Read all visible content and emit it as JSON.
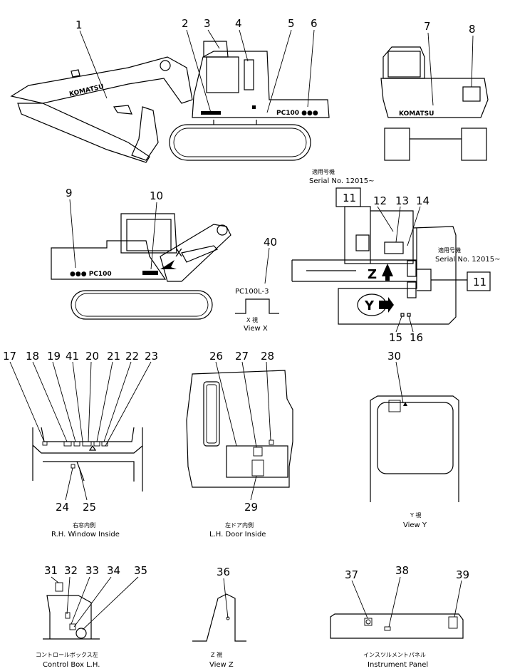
{
  "callouts": {
    "c1": "1",
    "c2": "2",
    "c3": "3",
    "c4": "4",
    "c5": "5",
    "c6": "6",
    "c7": "7",
    "c8": "8",
    "c9": "9",
    "c10": "10",
    "c11a": "11",
    "c11b": "11",
    "c12": "12",
    "c13": "13",
    "c14": "14",
    "c15": "15",
    "c16": "16",
    "c17": "17",
    "c18": "18",
    "c19": "19",
    "c20": "20",
    "c21": "21",
    "c22": "22",
    "c23": "23",
    "c24": "24",
    "c25": "25",
    "c26": "26",
    "c27": "27",
    "c28": "28",
    "c29": "29",
    "c30": "30",
    "c31": "31",
    "c32": "32",
    "c33": "33",
    "c34": "34",
    "c35": "35",
    "c36": "36",
    "c37": "37",
    "c38": "38",
    "c39": "39",
    "c40": "40",
    "c41": "41"
  },
  "logos": {
    "boom": "KOMATSU",
    "rear": "KOMATSU",
    "side_model_right": "PC100 ●●●",
    "side_model_left": "●●● PC100"
  },
  "labels": {
    "serial_jp_1": "適用号機",
    "serial_1": "Serial No. 12015~",
    "serial_jp_2": "適用号機",
    "serial_2": "Serial No. 12015~",
    "view_x_letter": "X",
    "view_z_letter": "Z",
    "view_y_letter": "Y",
    "model_decal": "PC100L-3",
    "view_x_jp": "X 視",
    "view_x": "View X",
    "rh_window_jp": "右窓内側",
    "rh_window": "R.H. Window Inside",
    "lh_door_jp": "左ドア内側",
    "lh_door": "L.H. Door Inside",
    "view_y_jp": "Y 視",
    "view_y": "View Y",
    "control_box_jp": "コントロールボックス左",
    "control_box": "Control Box L.H.",
    "view_z_jp": "Z 視",
    "view_z": "View Z",
    "instrument_panel_jp": "インスツルメントパネル",
    "instrument_panel": "Instrument Panel"
  }
}
